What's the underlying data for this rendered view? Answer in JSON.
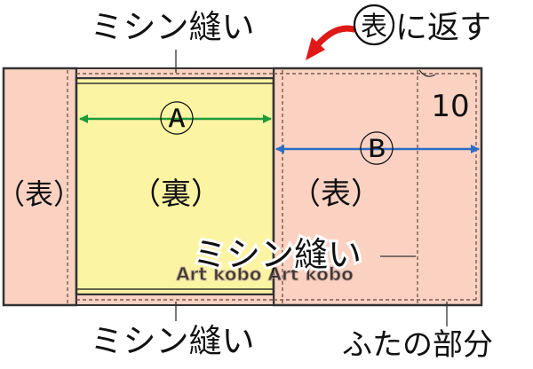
{
  "labels": {
    "stitch_top": "ミシン縫い",
    "stitch_bottom": "ミシン縫い",
    "stitch_middle": "ミシン縫い",
    "turn_prefix_char": "表",
    "turn_suffix": "に返す",
    "front_left": "（表）",
    "back_center": "（裏）",
    "front_right": "（表）",
    "dim_a": "Ⓐ",
    "dim_b": "Ⓑ",
    "dim_10": "10",
    "flap_part": "ふたの部分",
    "watermark": "Art kobo   Art kobo"
  },
  "colors": {
    "salmon": "#fbd2c2",
    "yellow": "#fbf4a2",
    "outline": "#333333",
    "stitch": "#7a5a50",
    "green_arrow": "#1f9a3b",
    "blue_arrow": "#2b6cc4",
    "red_arrow": "#e01818"
  }
}
